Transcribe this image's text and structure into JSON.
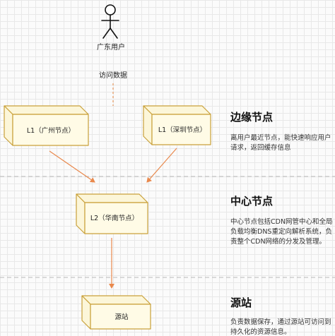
{
  "user": {
    "label": "广东用户"
  },
  "access": {
    "label": "访问数据"
  },
  "nodes": {
    "l1_guangzhou": "L1（广州节点）",
    "l1_shenzhen": "L1（深圳节点）",
    "l2_huanan": "L2（华南节点）",
    "origin": "源站"
  },
  "sections": {
    "edge": {
      "title": "边缘节点",
      "desc": [
        "离用户最近节点，能快速响应用户",
        "请求，返回缓存信息"
      ]
    },
    "center": {
      "title": "中心节点",
      "desc": [
        "中心节点包括CDN网管中心和全局",
        "负载均衡DNS重定向解析系统，负",
        "责整个CDN网络的分发及管理。"
      ]
    },
    "origin": {
      "title": "源站",
      "desc": [
        "负责数据保存，通过源站可访问到",
        "持久化的资源信息。"
      ]
    }
  },
  "colors": {
    "box_fill": "#fcf6d9",
    "box_stroke": "#c9a13a",
    "arrow": "#e9894d",
    "dashed": "#e99a5f",
    "divider": "#b9b9b9"
  }
}
